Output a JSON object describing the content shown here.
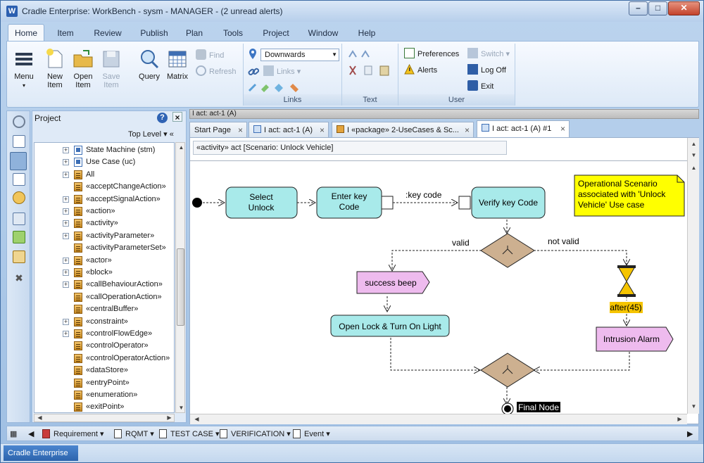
{
  "window": {
    "title": "Cradle Enterprise: WorkBench - sysm - MANAGER - (2 unread alerts)",
    "app_icon": "W"
  },
  "ribbon_tabs": [
    "Home",
    "Item",
    "Review",
    "Publish",
    "Plan",
    "Tools",
    "Project",
    "Window",
    "Help"
  ],
  "ribbon": {
    "menu": "Menu",
    "new_item": "New Item",
    "open_item": "Open Item",
    "save_item": "Save Item",
    "query": "Query",
    "matrix": "Matrix",
    "find": "Find",
    "refresh": "Refresh",
    "direction": "Downwards",
    "links": "Links",
    "links_group": "Links",
    "text_group": "Text",
    "preferences": "Preferences",
    "switch": "Switch",
    "alerts": "Alerts",
    "log_off": "Log Off",
    "exit": "Exit",
    "user_group": "User"
  },
  "breadcrumb": "I act: act-1 (A)",
  "project": {
    "title": "Project",
    "top_level": "Top Level",
    "tree": [
      {
        "label": "State Machine (stm)",
        "icon": "diagram-icon",
        "expand": true
      },
      {
        "label": "Use Case (uc)",
        "icon": "diagram-icon",
        "expand": true
      },
      {
        "label": "All",
        "icon": "folder-icon",
        "expand": true
      },
      {
        "label": "«acceptChangeAction»",
        "icon": "folder-icon",
        "expand": false
      },
      {
        "label": "«acceptSignalAction»",
        "icon": "folder-icon",
        "expand": true
      },
      {
        "label": "«action»",
        "icon": "folder-icon",
        "expand": true
      },
      {
        "label": "«activity»",
        "icon": "folder-icon",
        "expand": true
      },
      {
        "label": "«activityParameter»",
        "icon": "folder-icon",
        "expand": true
      },
      {
        "label": "«activityParameterSet»",
        "icon": "folder-icon",
        "expand": false
      },
      {
        "label": "«actor»",
        "icon": "folder-icon",
        "expand": true
      },
      {
        "label": "«block»",
        "icon": "folder-icon",
        "expand": true
      },
      {
        "label": "«callBehaviourAction»",
        "icon": "folder-icon",
        "expand": true
      },
      {
        "label": "«callOperationAction»",
        "icon": "folder-icon",
        "expand": false
      },
      {
        "label": "«centralBuffer»",
        "icon": "folder-icon",
        "expand": false
      },
      {
        "label": "«constraint»",
        "icon": "folder-icon",
        "expand": true
      },
      {
        "label": "«controlFlowEdge»",
        "icon": "folder-icon",
        "expand": true
      },
      {
        "label": "«controlOperator»",
        "icon": "folder-icon",
        "expand": false
      },
      {
        "label": "«controlOperatorAction»",
        "icon": "folder-icon",
        "expand": false
      },
      {
        "label": "«dataStore»",
        "icon": "folder-icon",
        "expand": false
      },
      {
        "label": "«entryPoint»",
        "icon": "folder-icon",
        "expand": false
      },
      {
        "label": "«enumeration»",
        "icon": "folder-icon",
        "expand": false
      },
      {
        "label": "«exitPoint»",
        "icon": "folder-icon",
        "expand": false
      }
    ]
  },
  "doc_tabs": [
    {
      "label": "Start Page",
      "icon": ""
    },
    {
      "label": "I act: act-1 (A)",
      "icon": "diagram-icon"
    },
    {
      "label": "I «package» 2-UseCases & Sc...",
      "icon": "folder-icon"
    },
    {
      "label": "I act: act-1 (A) #1",
      "icon": "diagram-icon"
    }
  ],
  "diagram": {
    "heading": "«activity» act [Scenario: Unlock Vehicle]",
    "nodes": {
      "select_unlock_1": "Select",
      "select_unlock_2": "Unlock",
      "enter_key_1": "Enter key",
      "enter_key_2": "Code",
      "key_code": ":key code",
      "verify": "Verify key Code",
      "valid": "valid",
      "not_valid": "not valid",
      "success": "success beep",
      "open_lock": "Open Lock & Turn On Light",
      "after": "after(45)",
      "intrusion": "Intrusion Alarm",
      "final": "Final Node"
    },
    "note_lines": [
      "Operational Scenario",
      "associated with 'Unlock",
      "Vehicle' Use case"
    ],
    "colors": {
      "action": "#a8eaea",
      "signal": "#eebbee",
      "decision": "#cdb090",
      "note": "#ffff00",
      "timer": "#f5c400"
    }
  },
  "bottom_bar": [
    {
      "label": "Requirement",
      "icon": "requirement-icon"
    },
    {
      "label": "RQMT",
      "icon": "doc-icon"
    },
    {
      "label": "TEST CASE",
      "icon": "doc-icon"
    },
    {
      "label": "VERIFICATION",
      "icon": "doc-icon"
    },
    {
      "label": "Event",
      "icon": "doc-icon"
    }
  ],
  "status": "Cradle Enterprise"
}
